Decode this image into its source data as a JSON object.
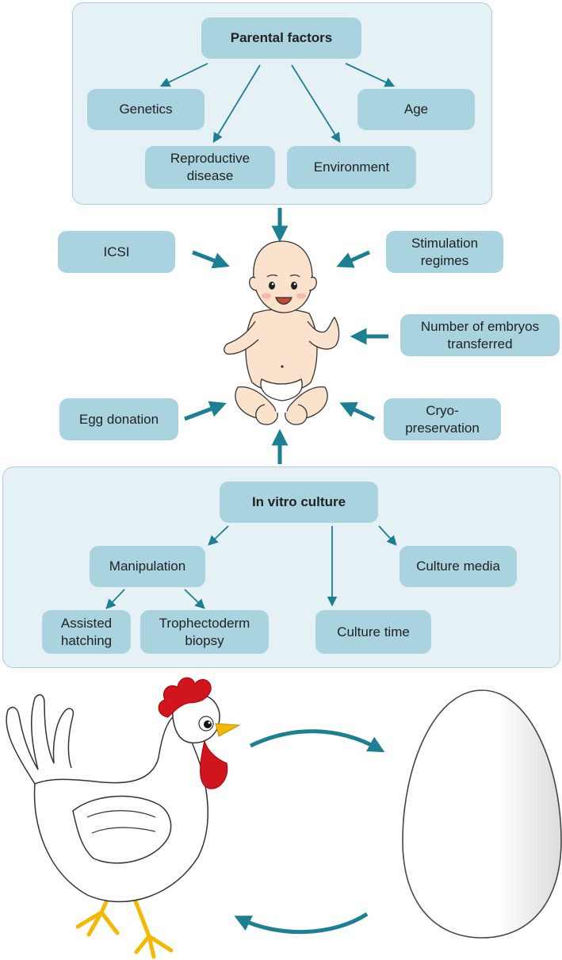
{
  "parental": {
    "title": "Parental factors",
    "genetics": "Genetics",
    "age": "Age",
    "reproductive_disease": "Reproductive\ndisease",
    "environment": "Environment"
  },
  "treatments": {
    "icsi": "ICSI",
    "stimulation": "Stimulation\nregimes",
    "embryos": "Number of embryos\ntransferred",
    "egg_donation": "Egg donation",
    "cryo": "Cryo-\npreservation"
  },
  "culture": {
    "title": "In vitro culture",
    "manipulation": "Manipulation",
    "culture_media": "Culture media",
    "assisted_hatching": "Assisted\nhatching",
    "trophectoderm": "Trophectoderm\nbiopsy",
    "culture_time": "Culture time"
  },
  "colors": {
    "arrow": "#1d7f94",
    "box": "#aad3e0",
    "panel": "#e6f1f6",
    "skin": "#fbe2cc",
    "comb": "#d0151f",
    "beak": "#f5b800"
  }
}
